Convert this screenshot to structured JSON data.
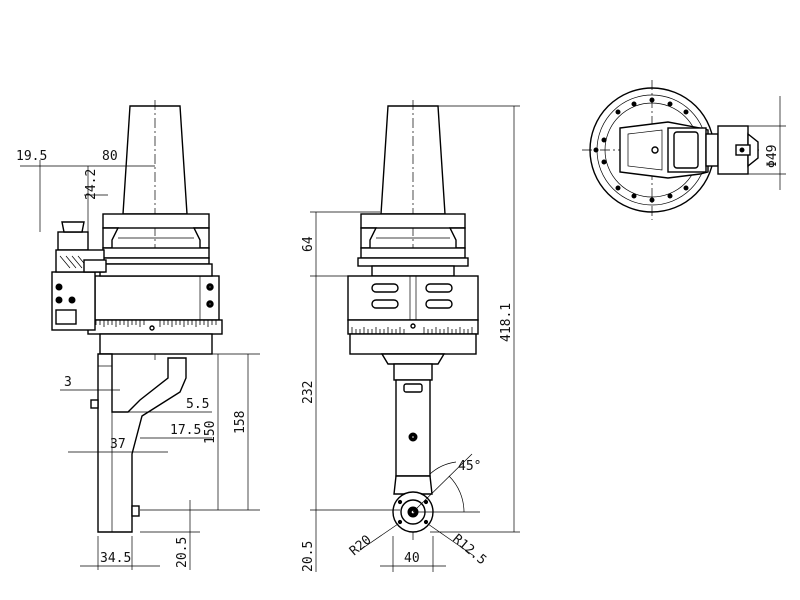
{
  "dimensions": {
    "d_19_5": "19.5",
    "d_80": "80",
    "d_24_2": "24.2",
    "d_3": "3",
    "d_5_5": "5.5",
    "d_17_5": "17.5",
    "d_37": "37",
    "d_150": "150",
    "d_158": "158",
    "d_34_5": "34.5",
    "d_20_5_left": "20.5",
    "d_64": "64",
    "d_232": "232",
    "d_418_1": "418.1",
    "d_45deg": "45°",
    "d_r20": "R20",
    "d_40": "40",
    "d_r12_5": "R12.5",
    "d_20_5_mid": "20.5",
    "d_phi49": "Φ49"
  }
}
